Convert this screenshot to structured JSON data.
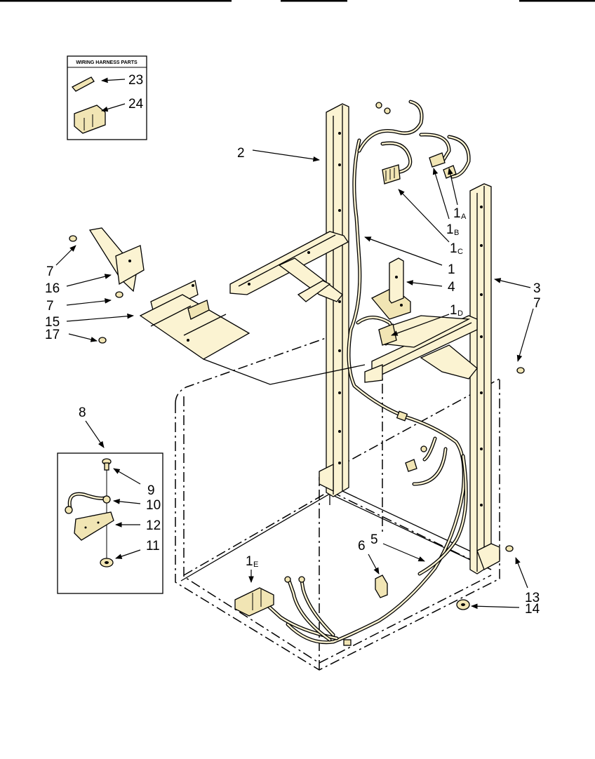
{
  "inset": {
    "title": "WIRING HARNESS PARTS"
  },
  "callouts": {
    "c23": "23",
    "c24": "24",
    "c2": "2",
    "c1a": "1",
    "c1a_sub": "A",
    "c1b": "1",
    "c1b_sub": "B",
    "c1c": "1",
    "c1c_sub": "C",
    "c1": "1",
    "c4": "4",
    "c1d": "1",
    "c1d_sub": "D",
    "c3": "3",
    "c7r": "7",
    "c7a": "7",
    "c16": "16",
    "c7b": "7",
    "c15": "15",
    "c17": "17",
    "c8": "8",
    "c9": "9",
    "c10": "10",
    "c12": "12",
    "c11": "11",
    "c1e": "1",
    "c1e_sub": "E",
    "c6": "6",
    "c5": "5",
    "c13": "13",
    "c14": "14"
  },
  "colors": {
    "part_fill": "#fbf3d2",
    "ink": "#000000"
  }
}
